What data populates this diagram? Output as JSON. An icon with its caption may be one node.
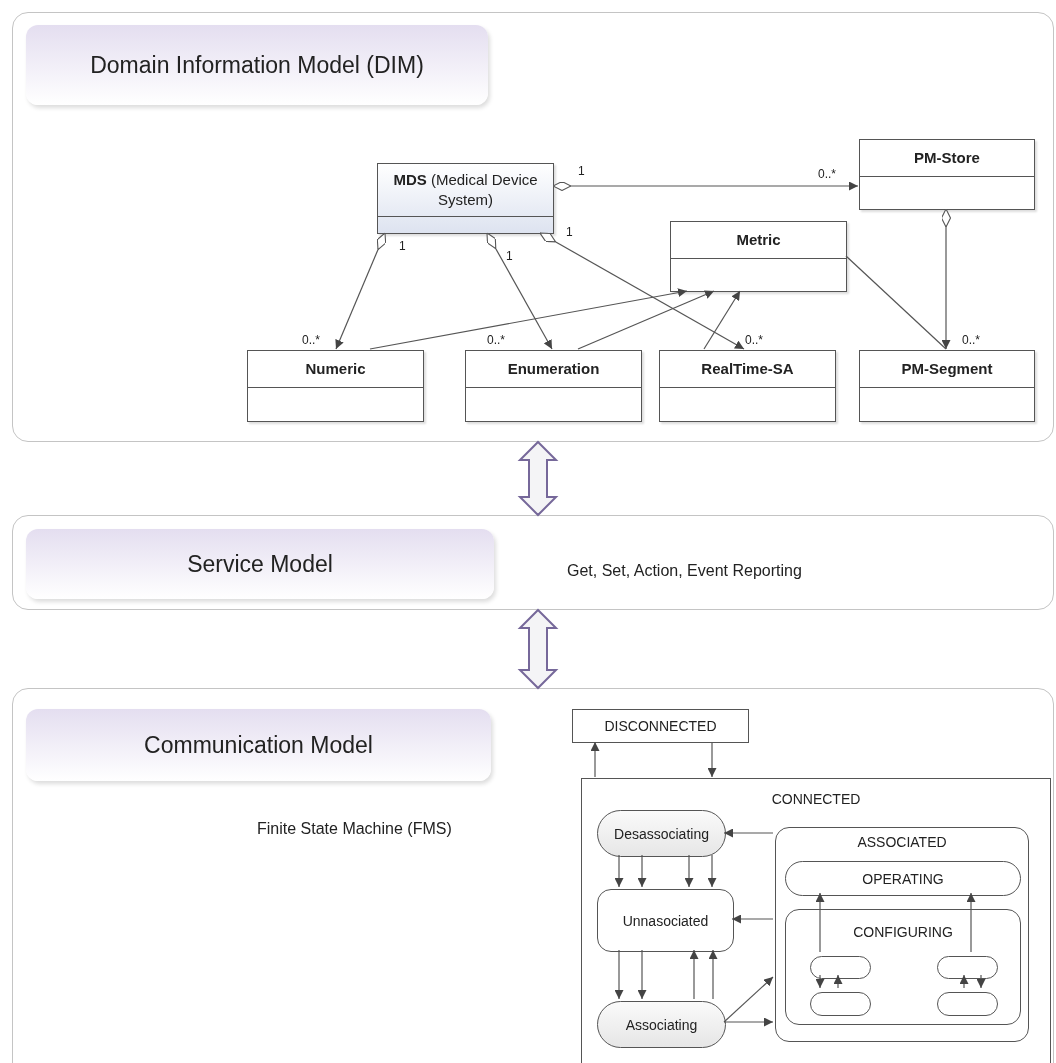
{
  "diagram": {
    "nodes": [
      {
        "text": [],
        "shape": "box"
      },
      {
        "text": [
          "Domain Information Model (DIM)"
        ],
        "in": 0
      },
      {
        "text": [
          "**MDS** (Medical Device System)"
        ],
        "in": 0
      },
      {
        "text": [
          "PM-Store"
        ],
        "in": 0
      },
      {
        "text": [
          "Metric"
        ],
        "in": 0
      },
      {
        "text": [
          "Numeric"
        ],
        "in": 0
      },
      {
        "text": [
          "Enumeration"
        ],
        "in": 0
      },
      {
        "text": [
          "RealTime-SA"
        ],
        "in": 0
      },
      {
        "text": [
          "PM-Segment"
        ],
        "in": 0
      },
      {
        "text": [],
        "shape": "box"
      },
      {
        "text": [
          "Service Model"
        ],
        "in": 9
      },
      {
        "text": [],
        "shape": "box"
      },
      {
        "text": [
          "Communication Model"
        ],
        "in": 11
      },
      {
        "text": [
          "DISCONNECTED"
        ],
        "in": 11
      },
      {
        "text": [
          "CONNECTED"
        ],
        "in": 11
      },
      {
        "text": [
          "Desassociating"
        ],
        "in": 14
      },
      {
        "text": [
          "Unnasociated"
        ],
        "in": 14
      },
      {
        "text": [
          "Associating"
        ],
        "in": 14
      },
      {
        "text": [
          "ASSOCIATED"
        ],
        "in": 14
      },
      {
        "text": [
          "OPERATING"
        ],
        "in": 18
      },
      {
        "text": [
          "CONFIGURING"
        ],
        "in": 18
      },
      {
        "text": [],
        "shape": "box",
        "in": 20
      },
      {
        "text": [],
        "shape": "box",
        "in": 20
      },
      {
        "text": [],
        "shape": "box",
        "in": 20
      },
      {
        "text": [],
        "shape": "box",
        "in": 20
      }
    ],
    "edges": [
      {
        "from": 2,
        "to": 3,
        "arrow": "to"
      },
      {
        "from": 2,
        "to": 5,
        "arrow": "to"
      },
      {
        "from": 2,
        "to": 6,
        "arrow": "to"
      },
      {
        "from": 2,
        "to": 7,
        "arrow": "to"
      },
      {
        "from": 3,
        "to": 8,
        "arrow": "to"
      },
      {
        "from": 5,
        "to": 4,
        "arrow": "to"
      },
      {
        "from": 6,
        "to": 4,
        "arrow": "to"
      },
      {
        "from": 7,
        "to": 4,
        "arrow": "to"
      },
      {
        "from": 4,
        "to": 8,
        "arrow": "none"
      },
      {
        "from": 0,
        "to": 9,
        "arrow": "both"
      },
      {
        "from": 9,
        "to": 11,
        "arrow": "both"
      },
      {
        "from": 14,
        "to": 13,
        "arrow": "to"
      },
      {
        "from": 13,
        "to": 14,
        "arrow": "to"
      },
      {
        "from": 18,
        "to": 15,
        "arrow": "to"
      },
      {
        "from": 18,
        "to": 16,
        "arrow": "to"
      },
      {
        "from": 15,
        "to": 16,
        "arrow": "to"
      },
      {
        "from": 15,
        "to": 16,
        "arrow": "to"
      },
      {
        "from": 15,
        "to": 16,
        "arrow": "to"
      },
      {
        "from": 15,
        "to": 16,
        "arrow": "to"
      },
      {
        "from": 16,
        "to": 17,
        "arrow": "to"
      },
      {
        "from": 16,
        "to": 17,
        "arrow": "to"
      },
      {
        "from": 17,
        "to": 16,
        "arrow": "to"
      },
      {
        "from": 17,
        "to": 16,
        "arrow": "to"
      },
      {
        "from": 17,
        "to": 18,
        "arrow": "to"
      },
      {
        "from": 17,
        "to": 18,
        "arrow": "to"
      },
      {
        "from": 21,
        "to": 19,
        "arrow": "to"
      },
      {
        "from": 22,
        "to": 19,
        "arrow": "to"
      },
      {
        "from": 21,
        "to": 23,
        "arrow": "to"
      },
      {
        "from": 23,
        "to": 21,
        "arrow": "to"
      },
      {
        "from": 24,
        "to": 22,
        "arrow": "to"
      },
      {
        "from": 22,
        "to": 24,
        "arrow": "to"
      }
    ],
    "labels": [
      "1",
      "0..*",
      "1",
      "1",
      "1",
      "0..*",
      "0..*",
      "0..*",
      "0..*",
      "Get, Set, Action, Event Reporting",
      "Finite State Machine (FMS)"
    ]
  }
}
